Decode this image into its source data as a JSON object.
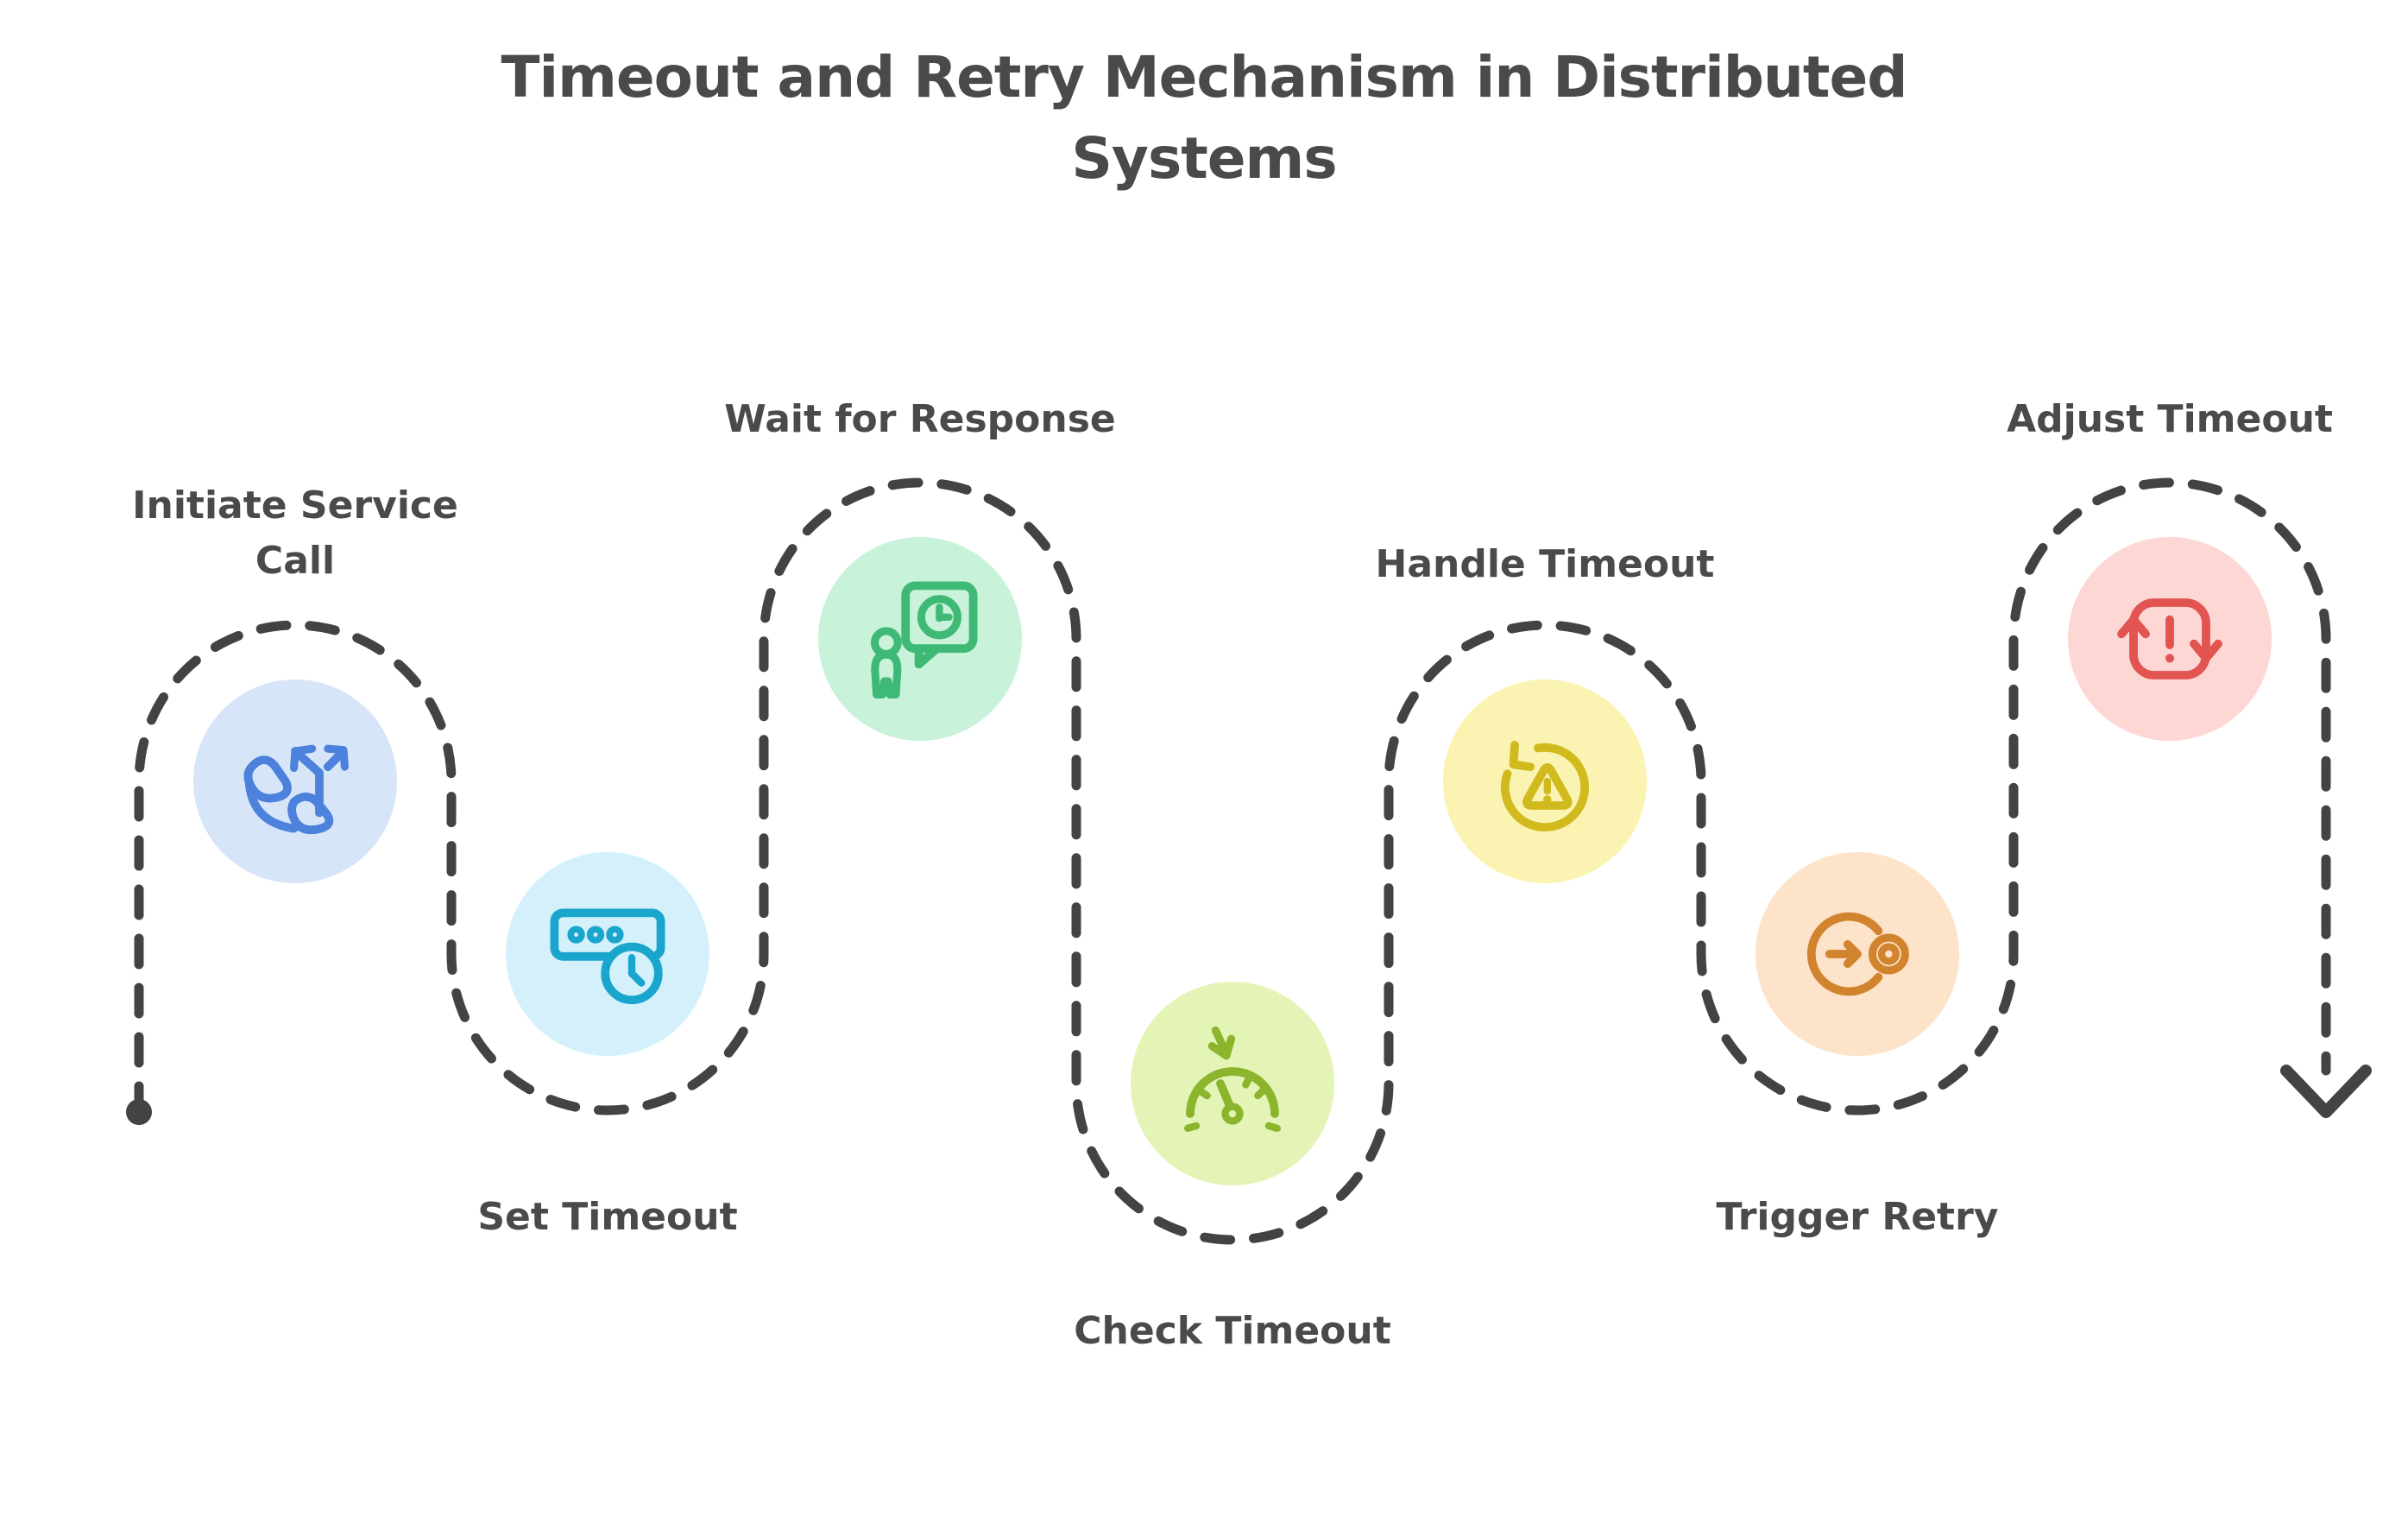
{
  "title": "Timeout and Retry Mechanism in Distributed Systems",
  "title_lines": [
    "Timeout and Retry Mechanism in Distributed",
    "Systems"
  ],
  "colors": {
    "background": "#ffffff",
    "text": "#4a4a4a",
    "path": "#434343"
  },
  "flow": {
    "start_marker": "dot",
    "end_marker": "down-arrow",
    "steps": [
      {
        "id": 1,
        "label": "Initiate Service Call",
        "lines": [
          "Initiate Service",
          "Call"
        ],
        "label_position": "above",
        "circle_color": "#d7e5f9",
        "icon_color": "#4c81dc",
        "icon": "outgoing-call-icon"
      },
      {
        "id": 2,
        "label": "Set Timeout",
        "lines": [
          "Set Timeout"
        ],
        "label_position": "below",
        "circle_color": "#d4f1fb",
        "icon_color": "#1aa5cd",
        "icon": "settings-clock-icon"
      },
      {
        "id": 3,
        "label": "Wait for Response",
        "lines": [
          "Wait for Response"
        ],
        "label_position": "above",
        "circle_color": "#c9f2da",
        "icon_color": "#3eb976",
        "icon": "person-message-clock-icon"
      },
      {
        "id": 4,
        "label": "Check Timeout",
        "lines": [
          "Check Timeout"
        ],
        "label_position": "below",
        "circle_color": "#e3f4b6",
        "icon_color": "#8cb42d",
        "icon": "gauge-arrow-icon"
      },
      {
        "id": 5,
        "label": "Handle Timeout",
        "lines": [
          "Handle Timeout"
        ],
        "label_position": "above",
        "circle_color": "#fbf3b2",
        "icon_color": "#d0ba1d",
        "icon": "warning-rotate-icon"
      },
      {
        "id": 6,
        "label": "Trigger Retry",
        "lines": [
          "Trigger Retry"
        ],
        "label_position": "below",
        "circle_color": "#fce3c9",
        "icon_color": "#d2832e",
        "icon": "arrow-target-icon"
      },
      {
        "id": 7,
        "label": "Adjust Timeout",
        "lines": [
          "Adjust Timeout"
        ],
        "label_position": "above",
        "circle_color": "#fdd7d3",
        "icon_color": "#e25452",
        "icon": "repeat-alert-icon"
      }
    ]
  }
}
